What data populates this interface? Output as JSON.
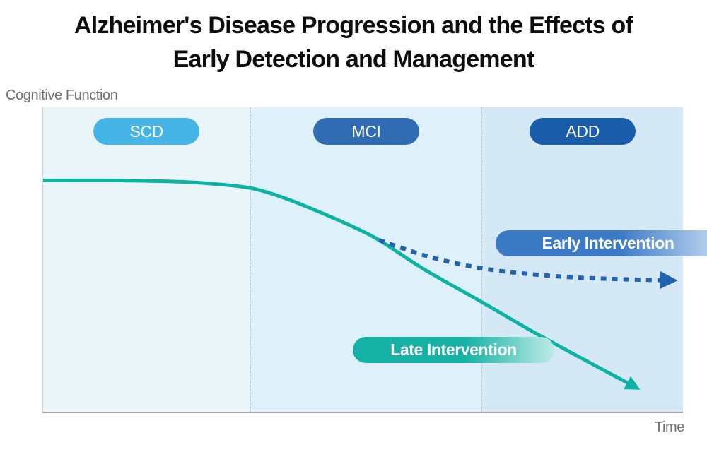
{
  "title": {
    "line1": "Alzheimer's Disease Progression and the Effects of",
    "line2": "Early Detection and Management"
  },
  "axes": {
    "y_label": "Cognitive Function",
    "x_label": "Time"
  },
  "stages": [
    {
      "label": "SCD",
      "badge_color": "#45b5e8",
      "zone_color": "#e9f5f9",
      "width_pct": 32.4
    },
    {
      "label": "MCI",
      "badge_color": "#2f6cb4",
      "zone_color": "#def0f9",
      "width_pct": 36.2
    },
    {
      "label": "ADD",
      "badge_color": "#1a5dab",
      "zone_color": "#d5e8f6",
      "width_pct": 31.4
    }
  ],
  "annotations": [
    {
      "label": "Early Intervention",
      "color_start": "#3c7ac6",
      "color_end": "#c3d9f0"
    },
    {
      "label": "Late Intervention",
      "color_start": "#14b1a4",
      "color_end": "#bdebe6"
    }
  ],
  "chart_data": {
    "type": "line",
    "title": "Alzheimer's Disease Progression and the Effects of Early Detection and Management",
    "xlabel": "Time",
    "ylabel": "Cognitive Function",
    "x_range": [
      0,
      100
    ],
    "y_range": [
      0,
      100
    ],
    "grid": false,
    "stage_boundaries_x": [
      32.4,
      68.6
    ],
    "stage_labels": [
      "SCD",
      "MCI",
      "ADD"
    ],
    "series": [
      {
        "name": "Late Intervention",
        "style": "solid",
        "color": "#0eb2a3",
        "width": 5,
        "points": [
          [
            0,
            76
          ],
          [
            10,
            76
          ],
          [
            21,
            75.6
          ],
          [
            26.5,
            74.9
          ],
          [
            32.4,
            73.5
          ],
          [
            37.6,
            70.3
          ],
          [
            43.1,
            65.7
          ],
          [
            48.6,
            60.6
          ],
          [
            52.5,
            56.4
          ],
          [
            59.7,
            46.6
          ],
          [
            68.6,
            36.0
          ],
          [
            76.2,
            26.7
          ],
          [
            85.1,
            16.5
          ],
          [
            92.3,
            8.4
          ]
        ]
      },
      {
        "name": "Early Intervention",
        "style": "dashed",
        "color": "#2263ae",
        "width": 6,
        "points": [
          [
            52.5,
            56.4
          ],
          [
            59.7,
            51.3
          ],
          [
            66.3,
            48.0
          ],
          [
            72.9,
            45.9
          ],
          [
            81.8,
            44.3
          ],
          [
            89.5,
            43.6
          ],
          [
            97.8,
            43.2
          ]
        ]
      }
    ]
  }
}
